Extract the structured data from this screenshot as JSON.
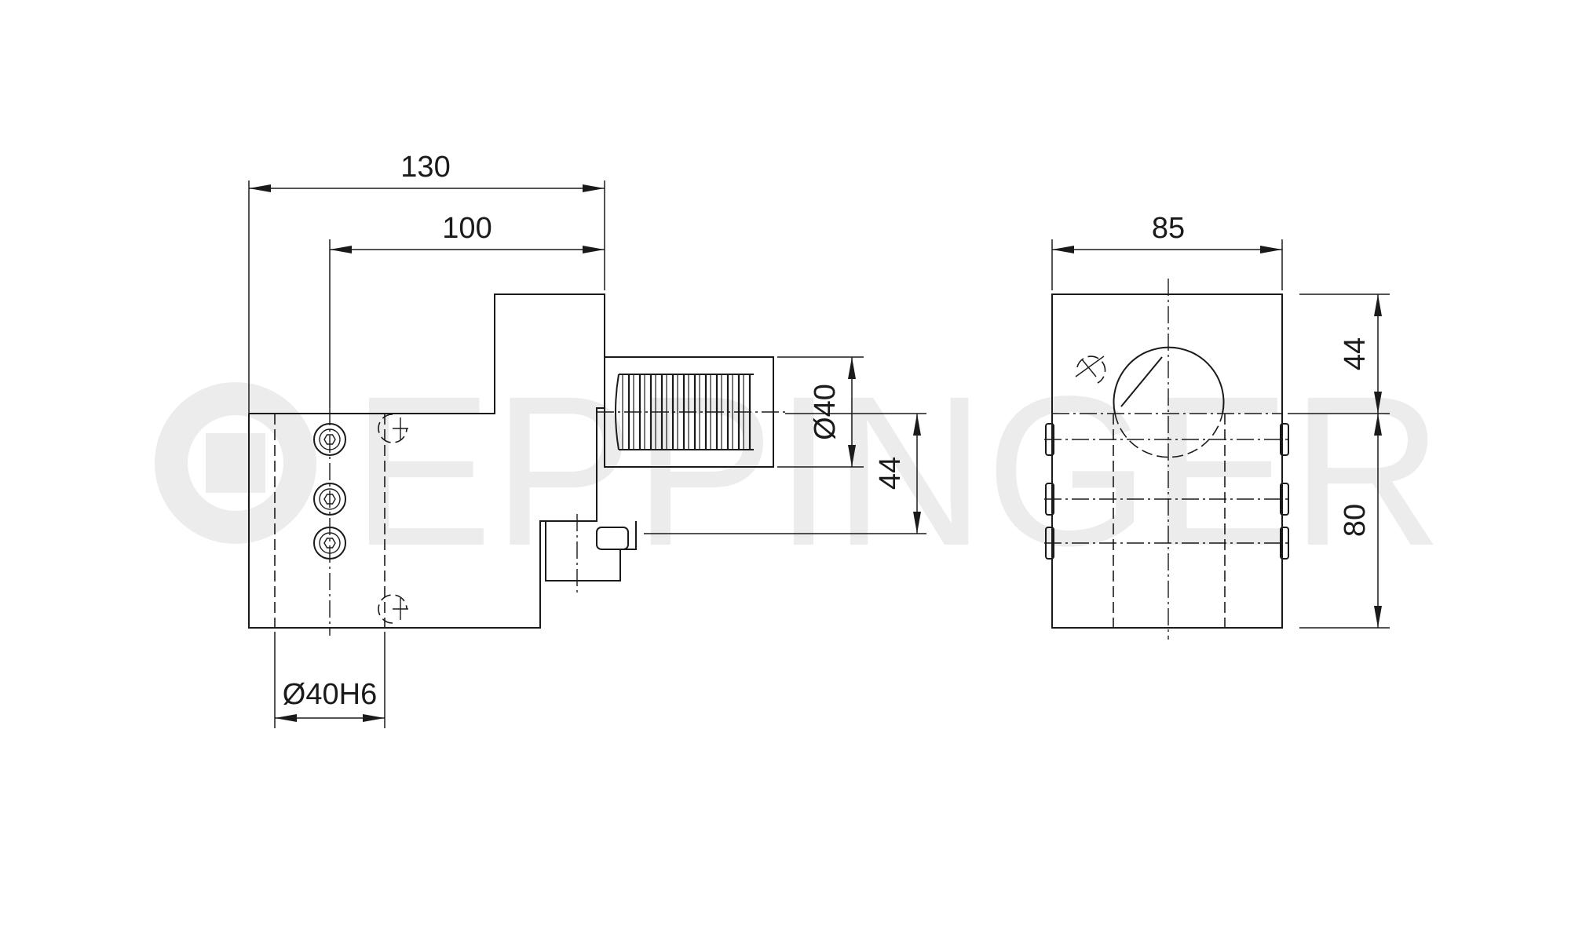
{
  "watermark": {
    "text": "EPPINGER"
  },
  "dimensions": {
    "overall_length": "130",
    "shank_offset": "100",
    "shank_diameter": "Ø40",
    "side_offset": "44",
    "bore_diameter": "Ø40H6",
    "width": "85",
    "center_height_top": "44",
    "center_height_bottom": "80"
  }
}
